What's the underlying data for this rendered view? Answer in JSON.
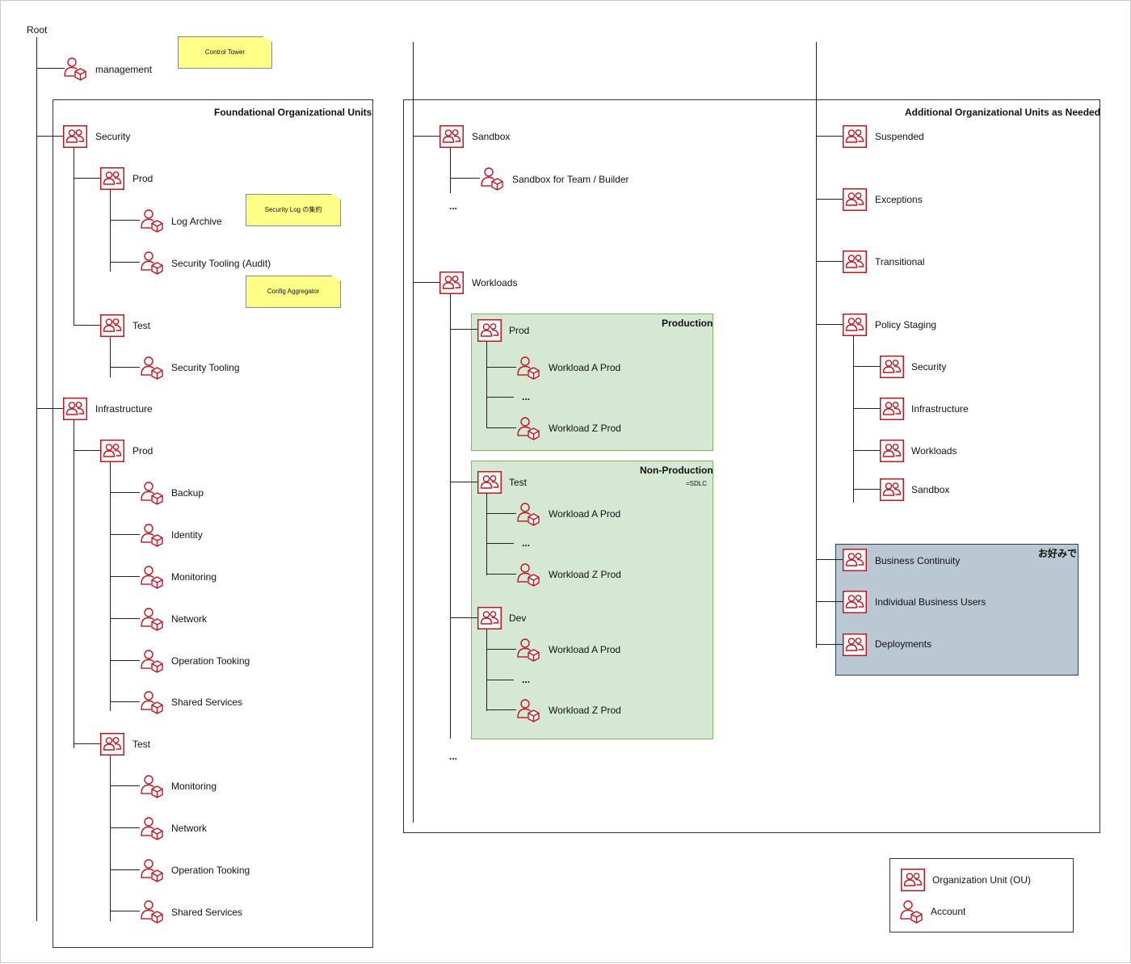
{
  "root_label": "Root",
  "notes": {
    "control_tower": "Control Tower",
    "security_log": "Security Log の集約",
    "config_aggregator": "Config Aggregator"
  },
  "groups": {
    "foundational": "Foundational Organizational Units",
    "additional": "Additional Organizational Units as Needed",
    "production": "Production",
    "non_production": "Non-Production",
    "sdlc": "=SDLC",
    "optional": "お好みで"
  },
  "left": {
    "management": "management",
    "security": "Security",
    "security_prod": "Prod",
    "log_archive": "Log Archive",
    "security_tooling_audit": "Security Tooling (Audit)",
    "security_test": "Test",
    "security_tooling": "Security Tooling",
    "infrastructure": "Infrastructure",
    "infra_prod": "Prod",
    "infra_prod_accounts": [
      "Backup",
      "Identity",
      "Monitoring",
      "Network",
      "Operation Tooking",
      "Shared Services"
    ],
    "infra_test": "Test",
    "infra_test_accounts": [
      "Monitoring",
      "Network",
      "Operation Tooking",
      "Shared Services"
    ]
  },
  "middle": {
    "sandbox": "Sandbox",
    "sandbox_account": "Sandbox for Team / Builder",
    "ellipsis": "...",
    "workloads": "Workloads",
    "prod": "Prod",
    "test": "Test",
    "dev": "Dev",
    "workload_a": "Workload A Prod",
    "workload_z": "Workload Z Prod"
  },
  "right": {
    "suspended": "Suspended",
    "exceptions": "Exceptions",
    "transitional": "Transitional",
    "policy_staging": "Policy Staging",
    "policy_children": [
      "Security",
      "Infrastructure",
      "Workloads",
      "Sandbox"
    ],
    "business_continuity": "Business Continuity",
    "individual_business_users": "Individual Business Users",
    "deployments": "Deployments"
  },
  "legend": {
    "ou": "Organization Unit (OU)",
    "account": "Account"
  },
  "colors": {
    "icon_red": "#c7131f",
    "note_yellow": "#ffff88",
    "production_green": "#d5e8d4",
    "optional_blue": "#bac8d3"
  }
}
